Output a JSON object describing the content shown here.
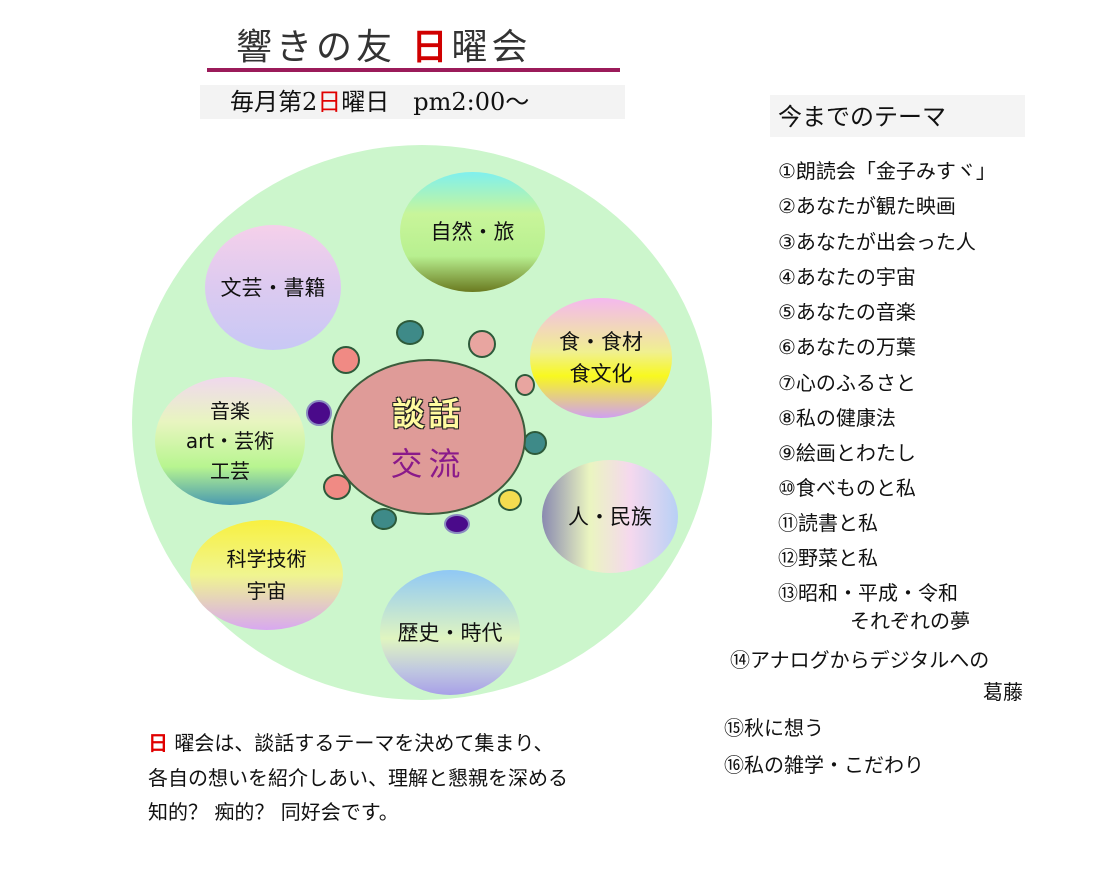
{
  "header": {
    "title_prefix": "響きの友",
    "title_red": "日",
    "title_suffix": "曜会",
    "schedule_prefix": "毎月第2",
    "schedule_red": "日",
    "schedule_suffix": "曜日　pm2:00～"
  },
  "diagram": {
    "center_top": "談話",
    "center_bottom": "交流",
    "topics": [
      "自然・旅",
      "文芸・書籍",
      "食・食材\n食文化",
      "音楽\nart・芸術\n工芸",
      "人・民族",
      "科学技術\n宇宙",
      "歴史・時代"
    ],
    "colors": {
      "background": "#ccf6cc",
      "center": "#df9b98",
      "teal": "#3e8a88",
      "salmon": "#f08a84",
      "pink": "#e8a5a0",
      "purple": "#4a0a8a",
      "yellow": "#f4dc50"
    }
  },
  "themes": {
    "heading": "今までのテーマ",
    "items": [
      "①朗読会「金子みすヾ」",
      "②あなたが観た映画",
      "③あなたが出会った人",
      "④あなたの宇宙",
      "⑤あなたの音楽",
      "⑥あなたの万葉",
      "⑦心のふるさと",
      "⑧私の健康法",
      "⑨絵画とわたし",
      "⑩食べものと私",
      "⑪読書と私",
      "⑫野菜と私",
      "⑬昭和・平成・令和",
      "それぞれの夢",
      "⑭アナログからデジタルへの",
      "葛藤",
      "⑮秋に想う",
      "⑯私の雑学・こだわり"
    ]
  },
  "description": {
    "red": "日",
    "line1": " 曜会は、談話するテーマを決めて集まり、",
    "line2": "各自の想いを紹介しあい、理解と懇親を深める",
    "line3": "知的？ 痴的？ 同好会です。"
  }
}
